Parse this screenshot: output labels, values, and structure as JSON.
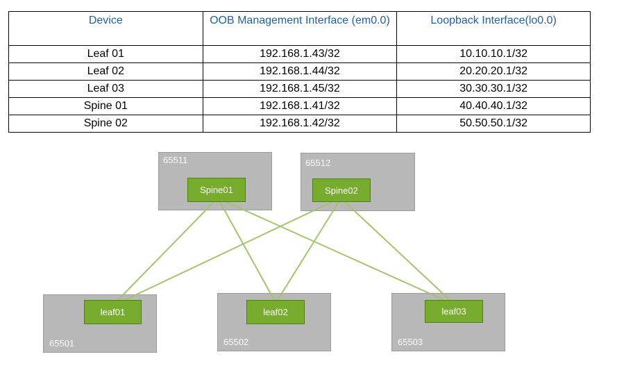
{
  "table": {
    "headers": [
      "Device",
      "OOB Management Interface (em0.0)",
      "Loopback Interface(lo0.0)"
    ],
    "rows": [
      [
        "Leaf 01",
        "192.168.1.43/32",
        "10.10.10.1/32"
      ],
      [
        "Leaf 02",
        "192.168.1.44/32",
        "20.20.20.1/32"
      ],
      [
        "Leaf 03",
        "192.168.1.45/32",
        "30.30.30.1/32"
      ],
      [
        "Spine 01",
        "192.168.1.41/32",
        "40.40.40.1/32"
      ],
      [
        "Spine 02",
        "192.168.1.42/32",
        "50.50.50.1/32"
      ]
    ]
  },
  "diagram": {
    "spines": [
      {
        "asn": "65511",
        "label": "Spine01"
      },
      {
        "asn": "65512",
        "label": "Spine02"
      }
    ],
    "leaves": [
      {
        "asn": "65501",
        "label": "leaf01"
      },
      {
        "asn": "65502",
        "label": "leaf02"
      },
      {
        "asn": "65503",
        "label": "leaf03"
      }
    ],
    "colors": {
      "as_box": "#b8b8b8",
      "node": "#77ac2e",
      "link": "#a3c46a",
      "header_text": "#1f5fa8"
    }
  }
}
